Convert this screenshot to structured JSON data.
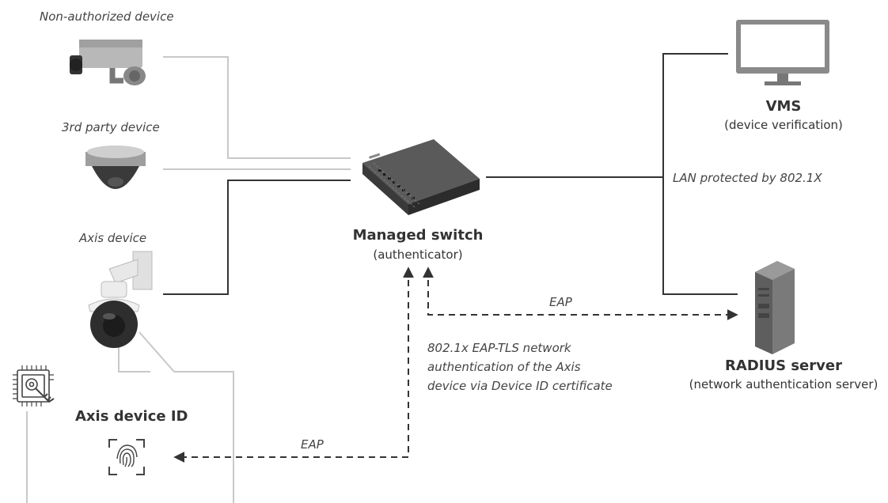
{
  "devices": {
    "non_authorized": "Non-authorized device",
    "third_party": "3rd party device",
    "axis": "Axis device"
  },
  "switch": {
    "title": "Managed switch",
    "subtitle": "(authenticator)"
  },
  "vms": {
    "title": "VMS",
    "subtitle": "(device verification)"
  },
  "lan_label": "LAN protected by 802.1X",
  "radius": {
    "title": "RADIUS server",
    "subtitle": "(network authentication server)"
  },
  "eap_top": "EAP",
  "eap_bottom": "EAP",
  "auth_note": [
    "802.1x EAP-TLS network",
    "authentication of the Axis",
    "device via Device ID certificate"
  ],
  "device_id": {
    "title": "Axis device ID"
  },
  "colors": {
    "dark_line": "#333333",
    "light_line": "#c8c8c8",
    "device_gray": "#9a9a9a"
  },
  "icons": [
    "bullet-camera-icon",
    "dome-camera-icon",
    "ptz-camera-icon",
    "network-switch-icon",
    "monitor-icon",
    "server-icon",
    "chip-key-icon",
    "fingerprint-icon"
  ]
}
